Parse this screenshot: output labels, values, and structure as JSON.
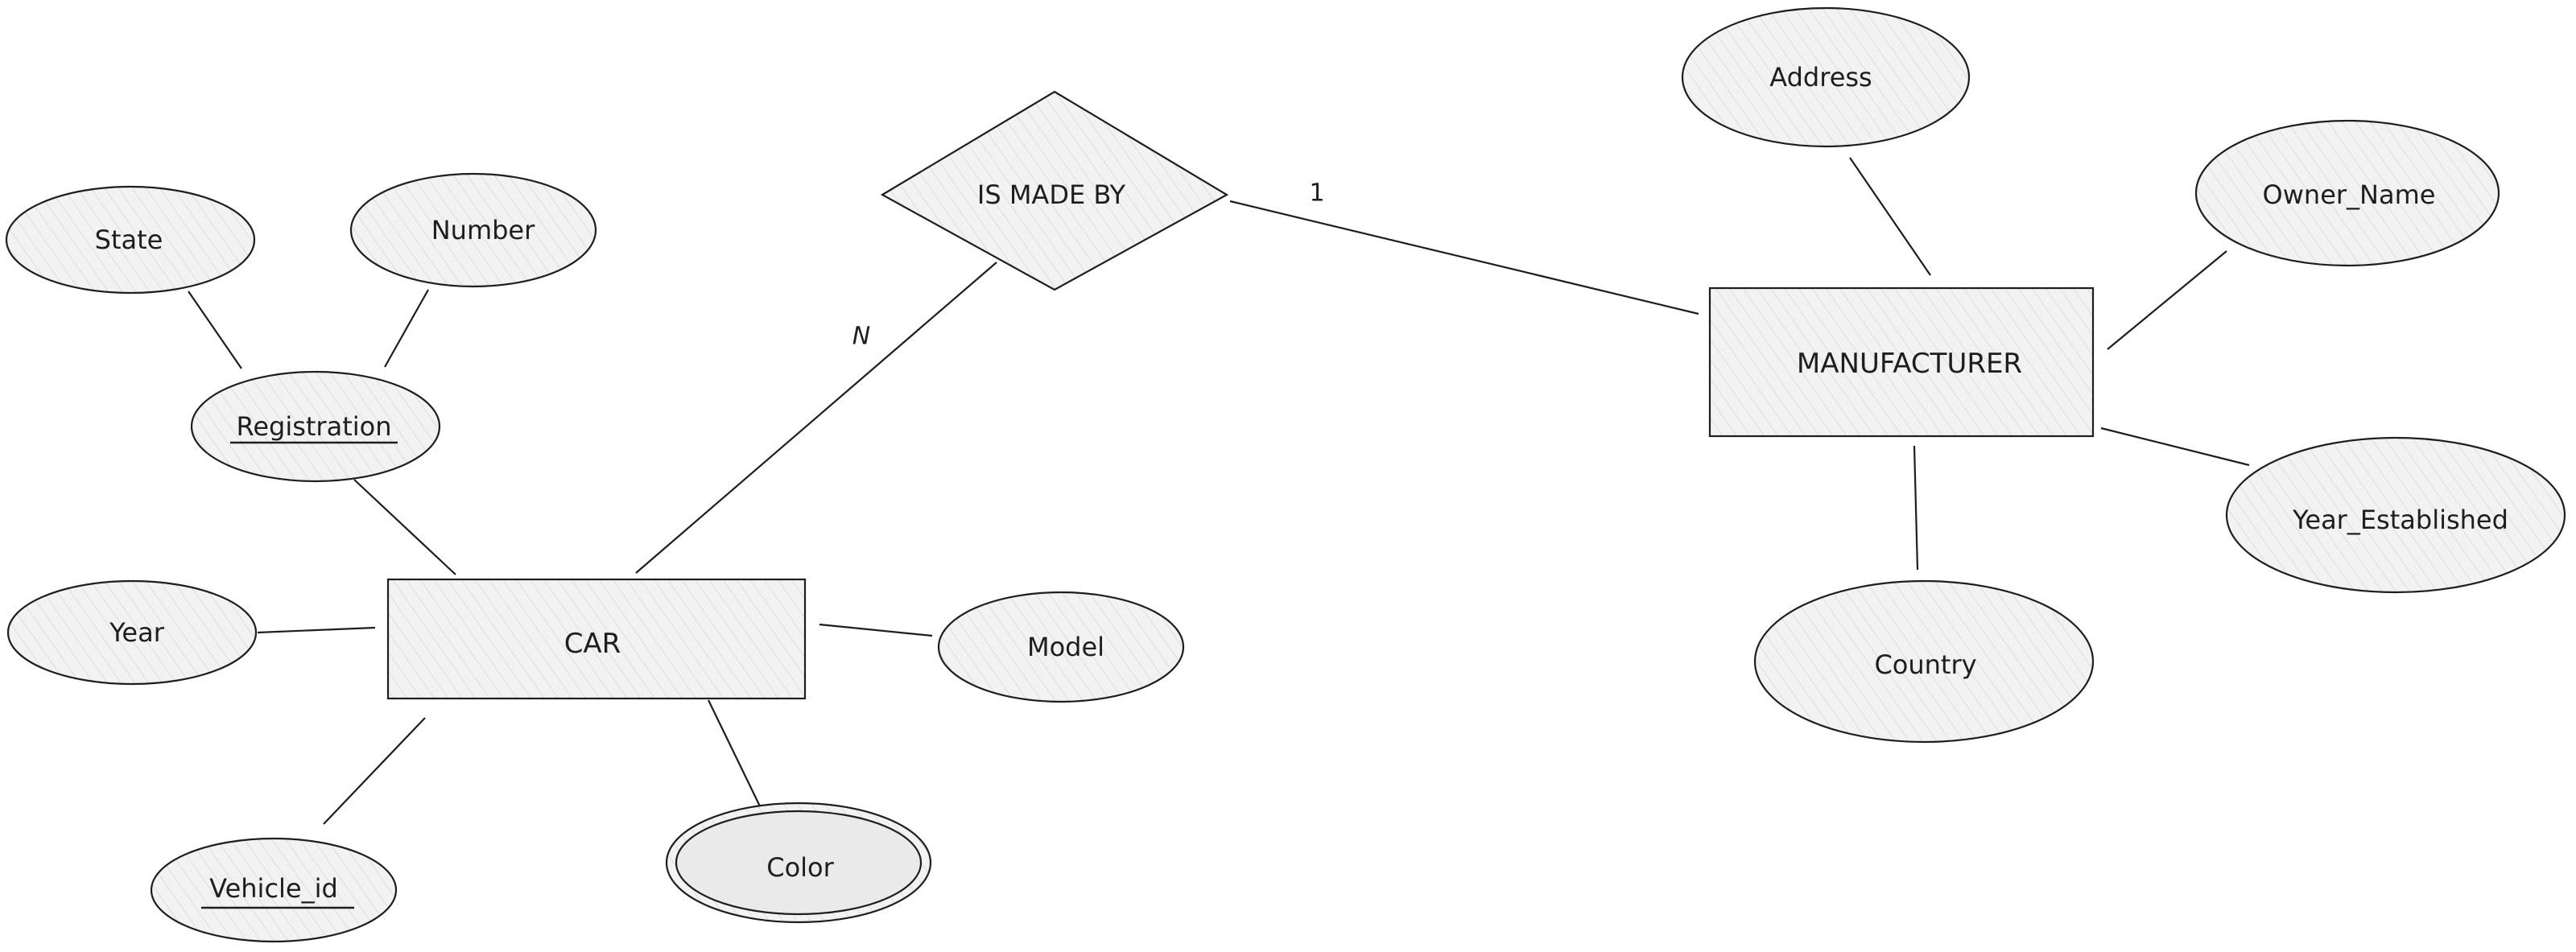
{
  "diagram": {
    "entities": {
      "car": "CAR",
      "manufacturer": "MANUFACTURER"
    },
    "relationship": {
      "label": "IS MADE BY",
      "card_car": "N",
      "card_manufacturer": "1"
    },
    "attributes": {
      "state": "State",
      "number": "Number",
      "registration": "Registration",
      "year": "Year",
      "model": "Model",
      "vehicle_id": "Vehicle_id",
      "color": "Color",
      "address": "Address",
      "owner_name": "Owner_Name",
      "year_established": "Year_Established",
      "country": "Country"
    }
  }
}
